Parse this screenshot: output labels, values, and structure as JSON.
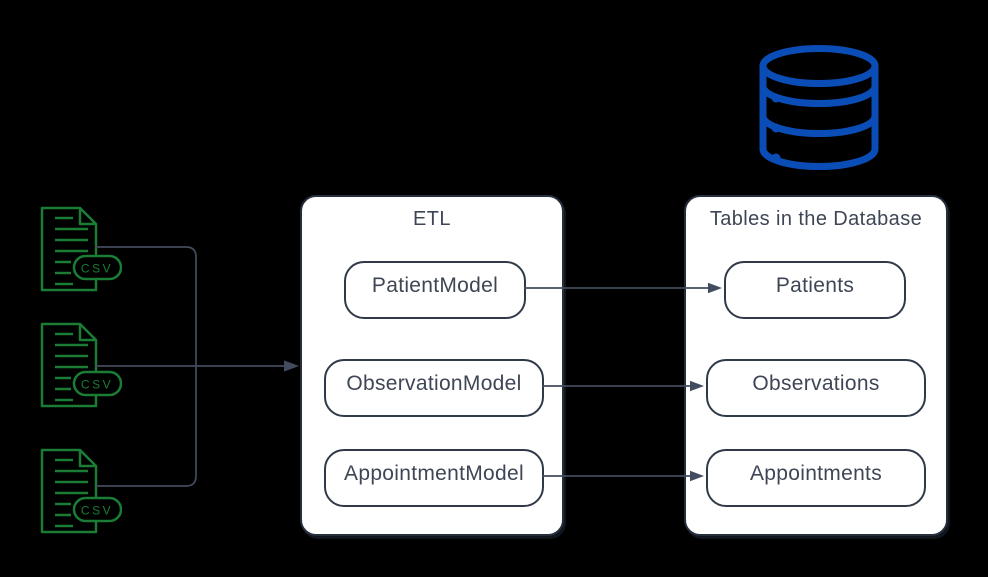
{
  "diagram": {
    "etl_panel": {
      "title": "ETL",
      "models": [
        {
          "label": "PatientModel"
        },
        {
          "label": "ObservationModel"
        },
        {
          "label": "AppointmentModel"
        }
      ]
    },
    "db_panel": {
      "title": "Tables in the Database",
      "tables": [
        {
          "label": "Patients"
        },
        {
          "label": "Observations"
        },
        {
          "label": "Appointments"
        }
      ]
    },
    "csv_files": [
      {
        "badge": "CSV"
      },
      {
        "badge": "CSV"
      },
      {
        "badge": "CSV"
      }
    ],
    "icons": {
      "database": "database-cylinder-icon",
      "csv": "csv-file-icon"
    },
    "colors": {
      "background": "#000000",
      "panel_bg": "#ffffff",
      "panel_border": "#262e3c",
      "pill_border": "#303948",
      "text": "#3e4656",
      "connector": "#434c5e",
      "csv_green": "#1b7d35",
      "database_blue": "#0a4db6"
    }
  }
}
